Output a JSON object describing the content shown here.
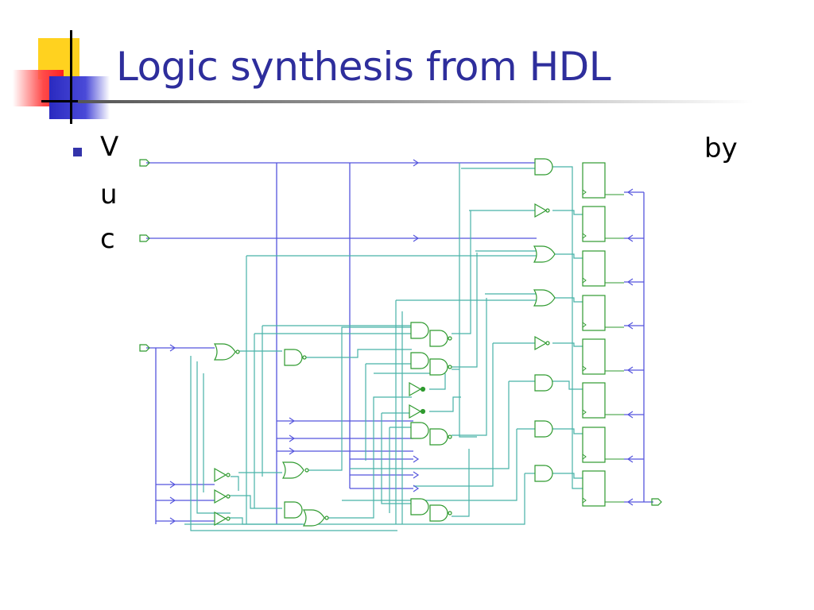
{
  "slide": {
    "title": "Logic synthesis from HDL",
    "bullet_text_visible_left_1": "V",
    "bullet_text_visible_right": "by",
    "bullet_text_visible_left_2": "u",
    "bullet_text_visible_left_3": "c"
  },
  "colors": {
    "title": "#2e2e9c",
    "wire_blue": "#5555dd",
    "wire_teal": "#48b2a8",
    "gate_green": "#2f9a2f",
    "bullet": "#3333aa"
  },
  "diagram": {
    "description_icons": [
      "and-gate-icon",
      "nand-gate-icon",
      "or-gate-icon",
      "inverter-icon",
      "flip-flop-icon",
      "input-port-icon",
      "output-port-icon"
    ]
  }
}
